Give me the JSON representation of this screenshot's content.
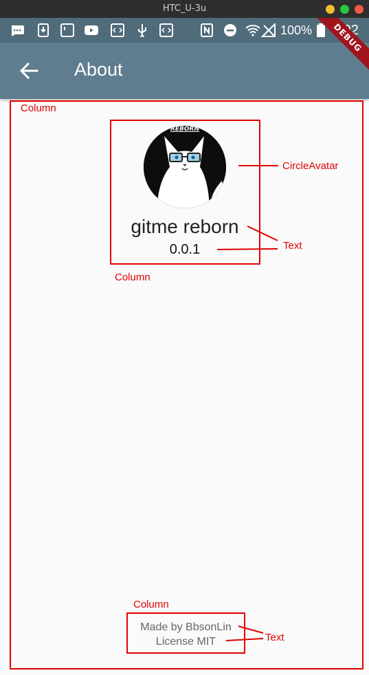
{
  "window": {
    "title": "HTC_U-3u"
  },
  "status_bar": {
    "battery": "100%",
    "time": "3:02"
  },
  "app_bar": {
    "title": "About",
    "debug_banner": "DEBUG"
  },
  "about": {
    "app_name": "gitme reborn",
    "version": "0.0.1",
    "made_by": "Made by BbsonLin",
    "license": "License MIT",
    "avatar_badge": "REBORN"
  },
  "annotations": {
    "outer_column": "Column",
    "inner_column_top": "Column",
    "circle_avatar": "CircleAvatar",
    "text_top": "Text",
    "inner_column_bottom": "Column",
    "text_bottom": "Text"
  },
  "colors": {
    "status_bar": "#506b7a",
    "app_bar": "#5f7d8e",
    "annotation": "#e10000",
    "window_bar": "#2e2e2e"
  }
}
